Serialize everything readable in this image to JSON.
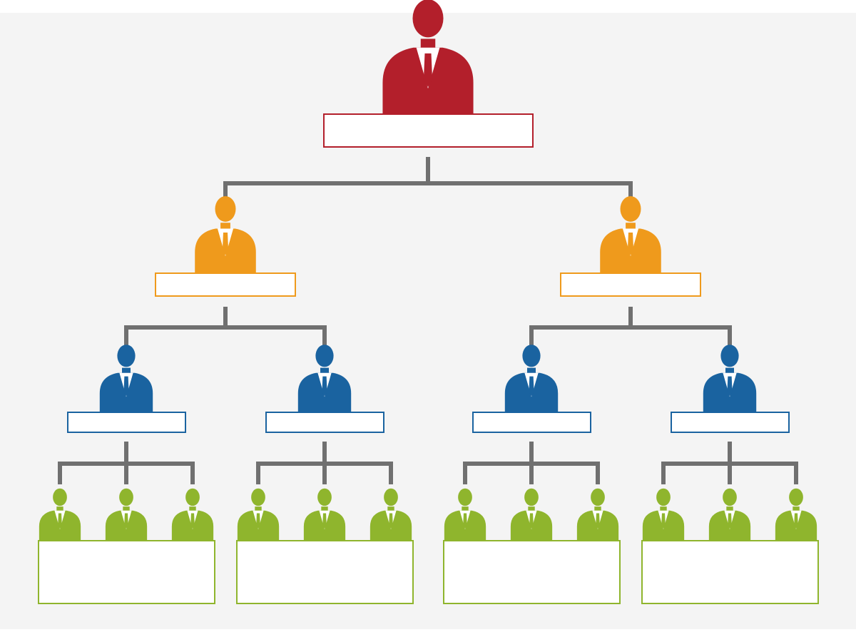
{
  "colors": {
    "page_background": "#ffffff",
    "canvas_background": "#f4f4f4",
    "connector": "#707070",
    "level_1": "#b31f2b",
    "level_2": "#ef9a1c",
    "level_3": "#1a63a0",
    "level_4": "#8fb52d",
    "box_fill": "#ffffff"
  },
  "icons": {
    "person": "person-icon"
  },
  "org_chart": {
    "levels": 4,
    "root": {
      "label": "",
      "children": [
        {
          "label": "",
          "children": [
            {
              "label": "",
              "staff_count": 3,
              "staff_box_label": ""
            },
            {
              "label": "",
              "staff_count": 3,
              "staff_box_label": ""
            }
          ]
        },
        {
          "label": "",
          "children": [
            {
              "label": "",
              "staff_count": 3,
              "staff_box_label": ""
            },
            {
              "label": "",
              "staff_count": 3,
              "staff_box_label": ""
            }
          ]
        }
      ]
    }
  }
}
